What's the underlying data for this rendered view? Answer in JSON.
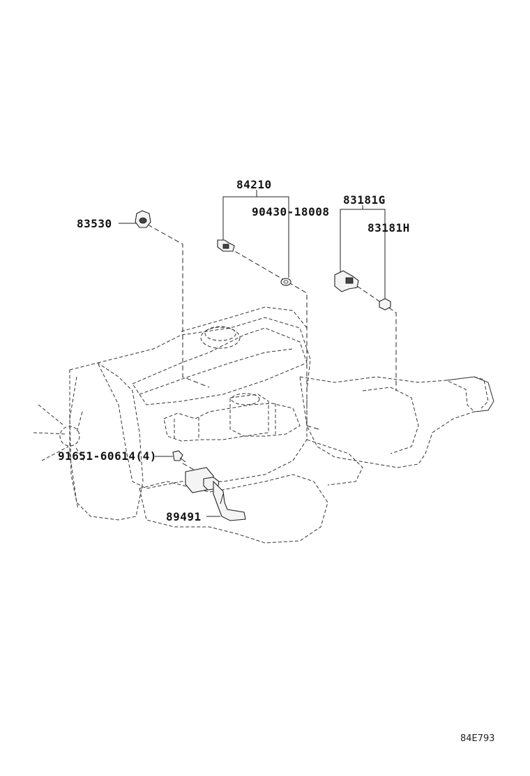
{
  "diagram": {
    "drawing_code": "84E793",
    "callouts": {
      "bracket_84210": "84210",
      "gasket_90430": "90430-18008",
      "switch_83530": "83530",
      "sensor_83181g": "83181G",
      "sensor_83181h": "83181H",
      "bolt_91651": "91651-60614(4)",
      "sensor_89491": "89491"
    }
  }
}
